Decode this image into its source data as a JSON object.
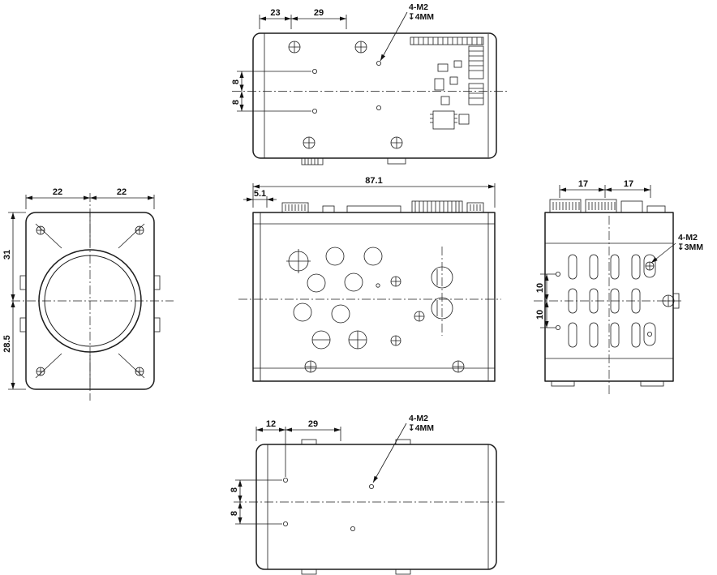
{
  "views": {
    "top": {
      "dims": {
        "width_a": "23",
        "width_b": "29",
        "hole_up": "8",
        "hole_down": "8"
      },
      "thread_note": {
        "line1": "4-M2",
        "line2": "↧4MM"
      }
    },
    "front": {
      "dims": {
        "half_width_left": "22",
        "half_width_right": "22",
        "upper_height": "31",
        "lower_height": "28.5"
      }
    },
    "side": {
      "dims": {
        "overall_length": "87.1",
        "front_offset": "5.1"
      }
    },
    "right": {
      "dims": {
        "pitch_a": "17",
        "pitch_b": "17",
        "hole_up": "10",
        "hole_down": "10"
      },
      "thread_note": {
        "line1": "4-M2",
        "line2": "↧3MM"
      }
    },
    "bottom": {
      "dims": {
        "width_a": "12",
        "width_b": "29",
        "hole_up": "8",
        "hole_down": "8"
      },
      "thread_note": {
        "line1": "4-M2",
        "line2": "↧4MM"
      }
    }
  }
}
